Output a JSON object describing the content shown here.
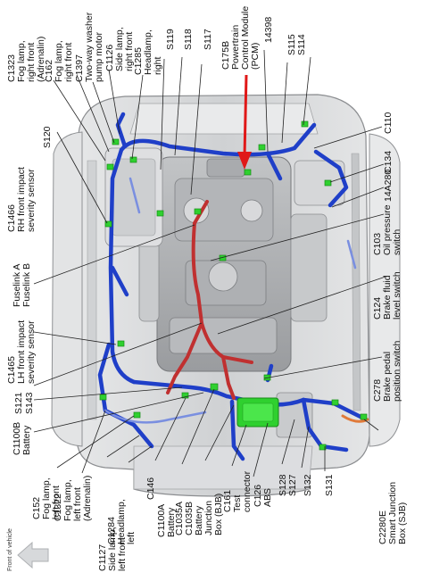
{
  "labels": {
    "c1323": "C1323\nFog lamp,\nright front\n(Adrenalin)",
    "c162": "C162\nFog lamp,\nright front",
    "c1397": "C1397\nTwo-way washer\npump motor",
    "c1126": "C1126\nSide lamp,\nright front",
    "c1285": "C1285\nHeadlamp,\nright",
    "s119": "S119",
    "s118": "S118",
    "s117": "S117",
    "c175b": "C175B\nPowertrain\nControl Module\n(PCM)",
    "n14398": "14398",
    "s115": "S115",
    "s114": "S114",
    "s120": "S120",
    "c1466": "C1466\nRH front impact\nseverity sensor",
    "c110": "C110",
    "c134": "C134",
    "n14a280": "14A280",
    "c103": "C103\nOil pressure\nswitch",
    "fuselink": "Fuselink A\nFuselink B",
    "c124": "C124\nBrake fluid\nlevel switch",
    "c1465": "C1465\nLH front impact\nseverity sensor",
    "s121": "S121",
    "s143": "S143",
    "c278": "C278\nBrake pedal\nposition switch",
    "c1100b": "C1100B\nBattery",
    "c152": "C152\nFog lamp,\nleft front",
    "c1322": "C1322\nFog lamp,\nleft front\n(Adrenalin)",
    "c1127": "C1127\nSide lamp,\nleft front",
    "c1284": "C1284\nHeadlamp,\nleft",
    "c146": "C146",
    "c1100a": "C1100A\nBattery",
    "c1035": "C1035A\nC1035B\nBattery\nJunction\nBox (BJB)",
    "c161": "C161\nTest\nconnector",
    "c126": "C126\nABS",
    "s128": "S128\nS127",
    "s132": "S132",
    "s131": "S131",
    "c2280e": "C2280E\nSmart Junction\nBox (SJB)"
  },
  "nav": {
    "front_label": "Front of vehicle",
    "arrow_icon": "left-arrow-icon"
  },
  "colors": {
    "harness_blue": "#1f3fc8",
    "harness_red": "#c03030",
    "pointer_red": "#e01818",
    "connector_green": "#2fd02f",
    "body_gray": "#d2d4d6"
  }
}
